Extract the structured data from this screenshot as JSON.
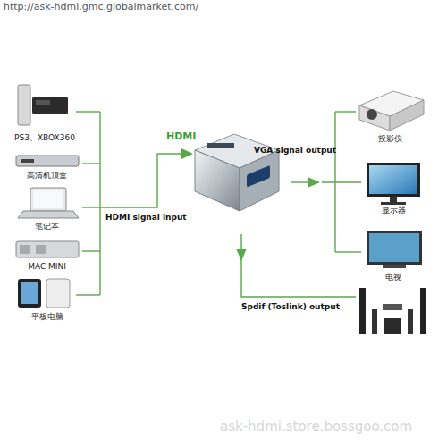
{
  "diagram": {
    "nodes": [
      {
        "text": [
          "PS3、XBOX360"
        ]
      },
      {
        "text": [
          "高清机顶盒"
        ]
      },
      {
        "text": [
          "笔记本"
        ]
      },
      {
        "text": [
          "MAC MINI"
        ]
      },
      {
        "text": [
          "平板电脑"
        ]
      },
      {
        "text": [
          "投影仪"
        ]
      },
      {
        "text": [
          "显示器"
        ]
      },
      {
        "text": [
          "电视"
        ]
      }
    ],
    "labels": [
      "http://ask-hdmi.gmc.globalmarket.com/",
      "HDMI",
      "HDMI signal input",
      "VGA signal output",
      "Spdif (Toslink) output",
      "ask-hdmi.store.bossgoo.com"
    ]
  }
}
